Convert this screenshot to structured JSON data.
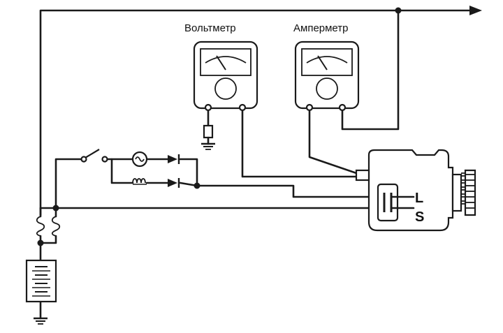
{
  "labels": {
    "voltmeter": "Вольтметр",
    "ammeter": "Амперметр",
    "terminal_l": "L",
    "terminal_s": "S"
  },
  "colors": {
    "line": "#1a1a1a",
    "background": "#ffffff"
  },
  "components": [
    "voltmeter-icon",
    "ammeter-icon",
    "battery-icon",
    "fuse-icon",
    "switch-icon",
    "charge-lamp-icon",
    "relay-coil-icon",
    "diode-icon",
    "ground-icon",
    "resistor-icon",
    "alternator-icon",
    "output-arrow-icon"
  ]
}
